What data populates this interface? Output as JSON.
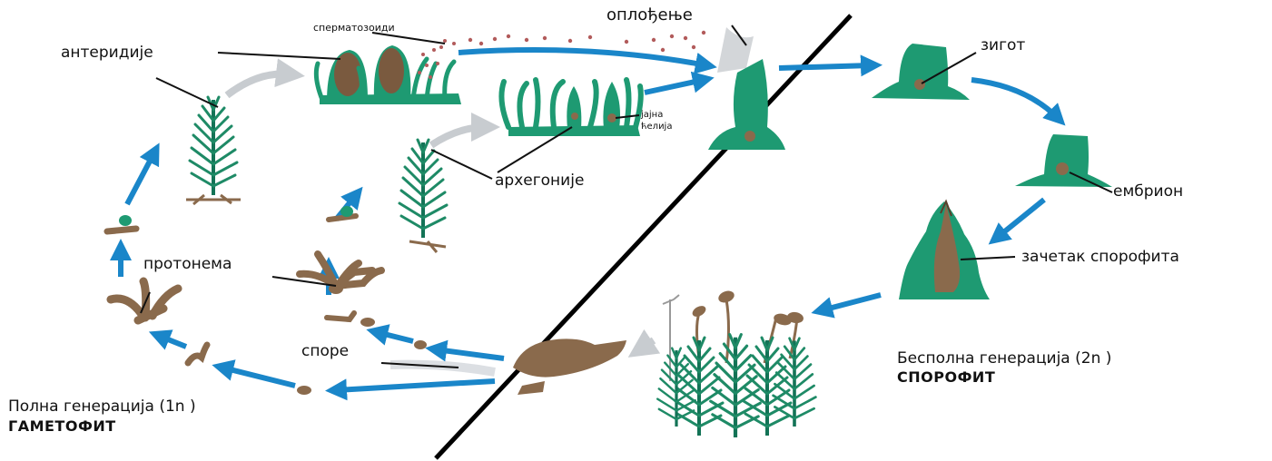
{
  "labels": {
    "fertilization": "оплођење",
    "spermatozoids": "сперматозоиди",
    "antheridia": "антеридије",
    "egg_cell_line1": "јајна",
    "egg_cell_line2": "ћелија",
    "archegonia": "архегоније",
    "zygote": "зигот",
    "embryo": "ембрион",
    "sporophyte_start": "зачетак спорофита",
    "protonema": "протонема",
    "spores": "споре",
    "sexual_generation": "Полна генерација (1n )",
    "gametophyte": "ГАМЕТОФИТ",
    "asexual_generation": "Бесполна генерација (2n )",
    "sporophyte": "СПОРОФИТ"
  },
  "colors": {
    "arrow_blue": "#1a86c9",
    "arrow_grey": "#c8ccd0",
    "moss_green": "#1e9a72",
    "moss_dark": "#137356",
    "brown": "#8a6a4c",
    "divider": "#000000"
  }
}
